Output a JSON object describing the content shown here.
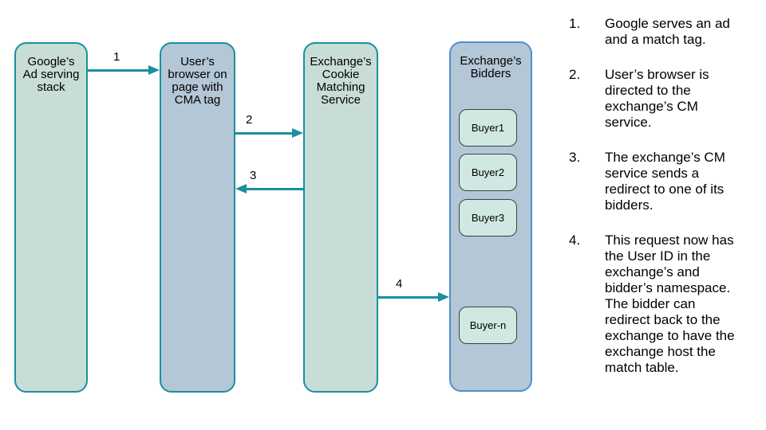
{
  "diagram": {
    "nodes": {
      "google_ad_stack": {
        "label": "Google’s\nAd serving\nstack"
      },
      "user_browser": {
        "label": "User’s\nbrowser on\npage with\nCMA tag"
      },
      "exchange_cm": {
        "label": "Exchange’s\nCookie\nMatching\nService"
      },
      "exchange_bidders": {
        "label": "Exchange’s\nBidders"
      }
    },
    "buyers": [
      "Buyer1",
      "Buyer2",
      "Buyer3",
      "Buyer-n"
    ],
    "arrows": {
      "a1": "1",
      "a2": "2",
      "a3": "3",
      "a4": "4"
    },
    "colors": {
      "node_green_fill": "#c7ddd6",
      "node_blue_fill": "#b4c7d7",
      "teal_border_and_arrows": "#1a8fa0",
      "bidders_border": "#4f8fce",
      "buyer_fill": "#cfe8e2"
    }
  },
  "steps": [
    {
      "num": "1.",
      "text": "Google serves an ad\nand a match tag."
    },
    {
      "num": "2.",
      "text": "User’s browser is\ndirected to the\nexchange’s CM\nservice."
    },
    {
      "num": "3.",
      "text": "The exchange’s CM\nservice sends a\nredirect to one of its\nbidders."
    },
    {
      "num": "4.",
      "text": "This request now has\nthe User ID in the\nexchange’s and\nbidder’s namespace.\nThe bidder can\nredirect back to the\nexchange to have the\nexchange host the\nmatch table."
    }
  ]
}
